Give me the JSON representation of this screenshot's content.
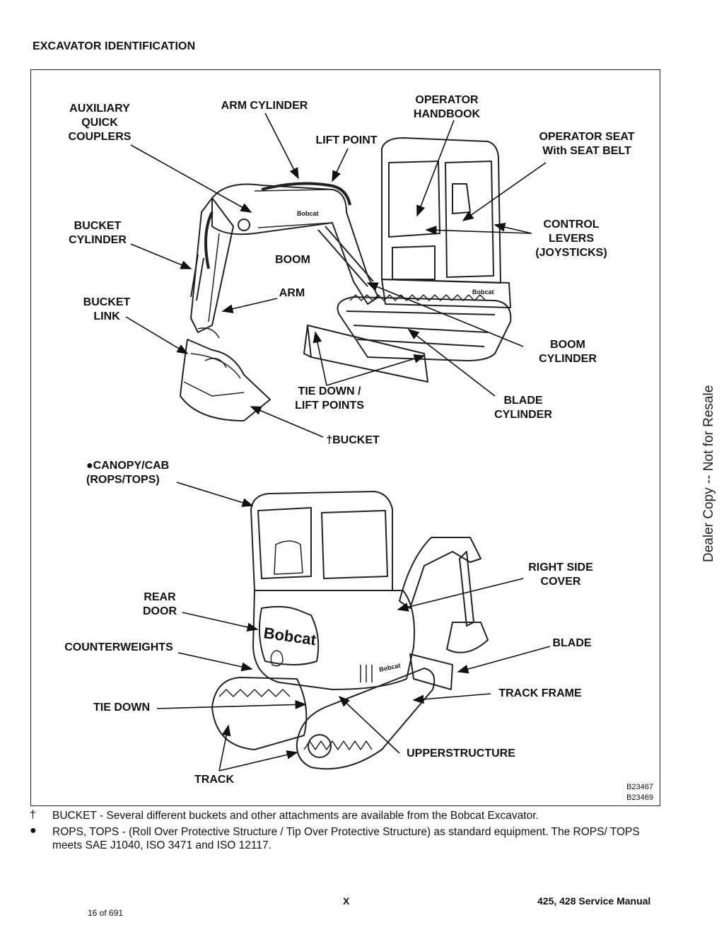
{
  "page": {
    "heading": "EXCAVATOR IDENTIFICATION",
    "side_watermark": "Dealer Copy -- Not for Resale",
    "figure_ids": [
      "B23467",
      "B23469"
    ],
    "notes": [
      {
        "symbol": "†",
        "text": "BUCKET - Several different buckets and other attachments are available from the Bobcat Excavator."
      },
      {
        "symbol": "●",
        "text": "ROPS, TOPS - (Roll Over Protective Structure / Tip Over Protective Structure) as standard equipment. The ROPS/ TOPS meets SAE J1040, ISO 3471 and ISO 12117."
      }
    ],
    "footer": {
      "section": "X",
      "manual": "425, 428 Service Manual",
      "page_count": "16 of 691"
    }
  },
  "labels": {
    "auxiliary": "AUXILIARY\nQUICK\nCOUPLERS",
    "arm_cylinder": "ARM CYLINDER",
    "operator_handbook": "OPERATOR\nHANDBOOK",
    "lift_point": "LIFT POINT",
    "operator_seat": "OPERATOR SEAT\nWith SEAT BELT",
    "bucket_cylinder": "BUCKET\nCYLINDER",
    "boom": "BOOM",
    "control_levers": "CONTROL\nLEVERS\n(JOYSTICKS)",
    "arm": "ARM",
    "bucket_link": "BUCKET\nLINK",
    "boom_cylinder": "BOOM\nCYLINDER",
    "tie_down_lift": "TIE DOWN /\nLIFT POINTS",
    "blade_cylinder": "BLADE\nCYLINDER",
    "bucket": "†BUCKET",
    "canopy": "●CANOPY/CAB\n(ROPS/TOPS)",
    "right_side_cover": "RIGHT SIDE\nCOVER",
    "rear_door": "REAR\nDOOR",
    "blade": "BLADE",
    "counterweights": "COUNTERWEIGHTS",
    "track_frame": "TRACK FRAME",
    "tie_down": "TIE DOWN",
    "upperstructure": "UPPERSTRUCTURE",
    "track": "TRACK"
  },
  "brand": {
    "logo_text": "Bobcat"
  }
}
